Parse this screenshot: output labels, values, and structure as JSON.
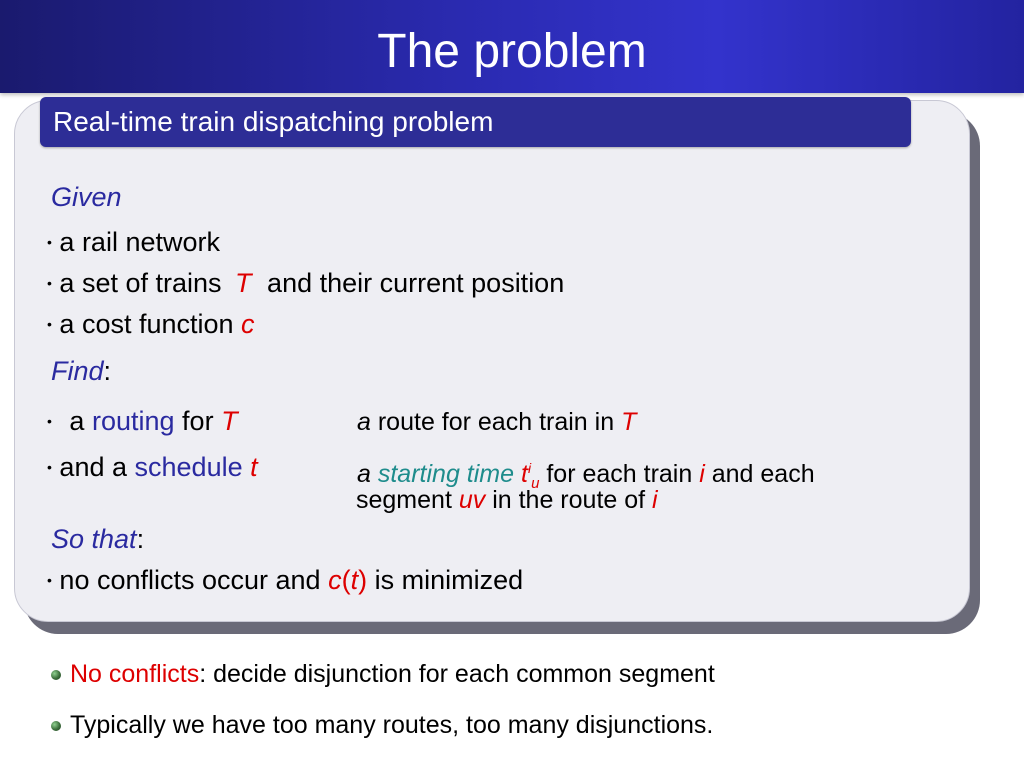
{
  "slide": {
    "title": "The problem",
    "box_header": "Real-time train dispatching problem",
    "given": {
      "heading": "Given",
      "items": [
        "a rail network",
        "a set of trains",
        "T",
        "and their current position",
        "a cost function",
        "c"
      ]
    },
    "find": {
      "heading": "Find",
      "colon": ":",
      "routing": {
        "a": "a",
        "word": "routing",
        "for": "for",
        "T": "T",
        "desc_a": "a",
        "desc": "route for each train in",
        "desc_T": "T"
      },
      "schedule": {
        "and_a": "and a",
        "word": "schedule",
        "t": "t",
        "desc_a": "a",
        "starting_time": "starting time",
        "t_sym": "t",
        "sup": "i",
        "sub": "u",
        "desc_1": "for each train",
        "i1": "i",
        "desc_2": "and each",
        "desc_3": "segment",
        "uv": "uv",
        "desc_4": "in the route of",
        "i2": "i"
      }
    },
    "so_that": {
      "heading": "So that",
      "colon": ":",
      "text": "no conflicts occur and",
      "c": "c",
      "paren_open": "(",
      "t": "t",
      "paren_close": ")",
      "tail": "is minimized"
    },
    "bullets": [
      {
        "highlight": "No conflicts",
        "text": ": decide disjunction for each common segment"
      },
      {
        "text": "Typically we have too many routes, too many disjunctions."
      }
    ],
    "colors": {
      "title_bar": "#2a2ab0",
      "header": "#2d2d96",
      "panel": "#eeeef3",
      "accent_red": "#dd0000",
      "accent_blue": "#2a2aa0",
      "accent_teal": "#1e8c8c"
    }
  }
}
